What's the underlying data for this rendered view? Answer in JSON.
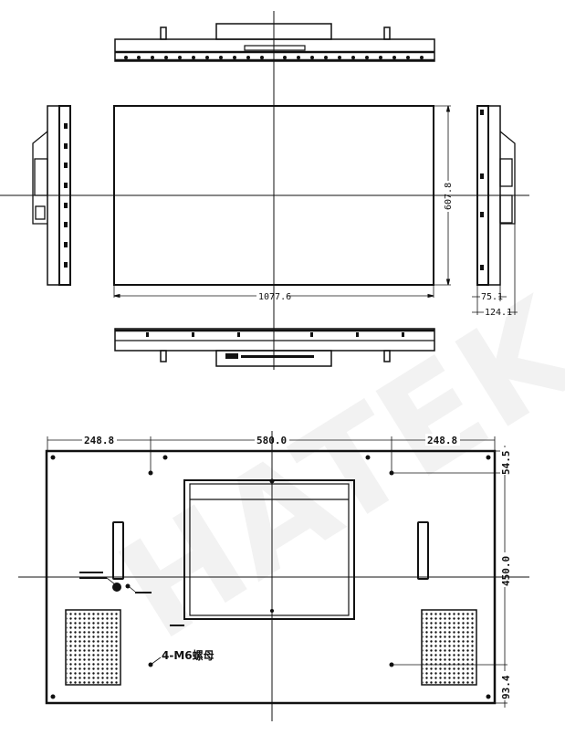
{
  "watermark": {
    "text": "HATEK",
    "color": "#e6e6e6"
  },
  "front_view": {
    "width_dim": "1077.6",
    "height_dim": "607.8"
  },
  "side_view_right": {
    "depth_dim_1": "75.1",
    "depth_dim_2": "124.1"
  },
  "back_view": {
    "top_dims": [
      "248.8",
      "580.0",
      "248.8"
    ],
    "right_dims": [
      "54.5",
      "450.0",
      "93.4"
    ],
    "nut_label": "4-M6螺母"
  },
  "colors": {
    "line": "#111111",
    "background": "#ffffff"
  }
}
